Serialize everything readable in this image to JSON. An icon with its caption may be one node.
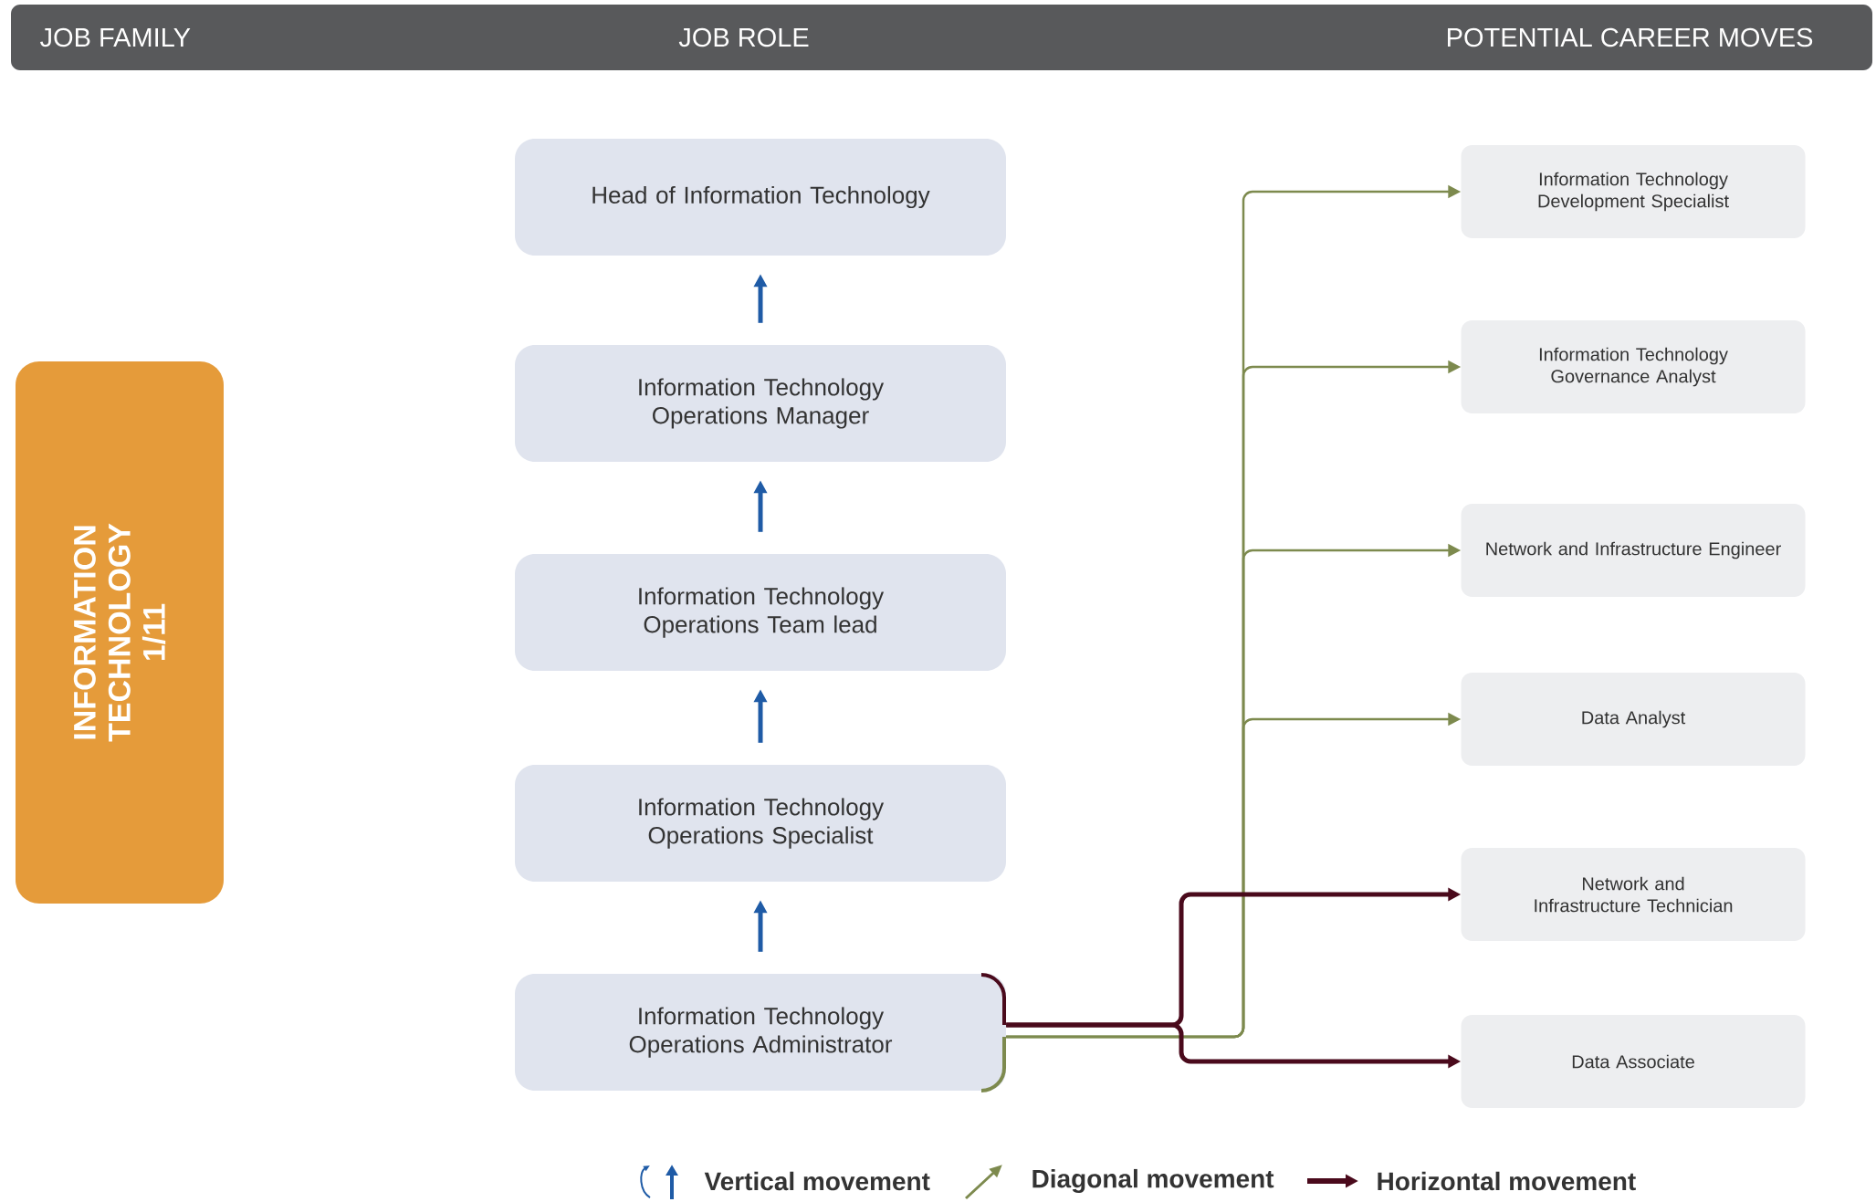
{
  "diagram": {
    "nodes": [
      {
        "text": [
          "Head of Information Technology"
        ]
      },
      {
        "text": [
          "Information Technology Operations Manager"
        ]
      },
      {
        "text": [
          "Information Technology Operations Team lead"
        ]
      },
      {
        "text": [
          "Information Technology Operations Specialist"
        ]
      },
      {
        "text": [
          "Information Technology Operations Administrator"
        ]
      },
      {
        "text": [
          "Information Technology Development Specialist"
        ]
      },
      {
        "text": [
          "Information Technology Governance Analyst"
        ]
      },
      {
        "text": [
          "Network and Infrastructure Engineer"
        ]
      },
      {
        "text": [
          "Data Analyst"
        ]
      },
      {
        "text": [
          "Network and Infrastructure Technician"
        ]
      },
      {
        "text": [
          "Data Associate"
        ]
      },
      {
        "text": [
          "INFORMATION TECHNOLOGY",
          "1/11"
        ]
      }
    ],
    "edges": [
      {
        "from": 1,
        "to": 0,
        "arrow": "to",
        "color": "#1f5ba6"
      },
      {
        "from": 2,
        "to": 1,
        "arrow": "to",
        "color": "#1f5ba6"
      },
      {
        "from": 3,
        "to": 2,
        "arrow": "to",
        "color": "#1f5ba6"
      },
      {
        "from": 4,
        "to": 3,
        "arrow": "to",
        "color": "#1f5ba6"
      },
      {
        "from": 4,
        "to": 5,
        "arrow": "to",
        "color": "#7d8a4e"
      },
      {
        "from": 4,
        "to": 6,
        "arrow": "to",
        "color": "#7d8a4e"
      },
      {
        "from": 4,
        "to": 7,
        "arrow": "to",
        "color": "#7d8a4e"
      },
      {
        "from": 4,
        "to": 8,
        "arrow": "to",
        "color": "#7d8a4e"
      },
      {
        "from": 4,
        "to": 9,
        "arrow": "to",
        "color": "#4a0a1c"
      },
      {
        "from": 4,
        "to": 10,
        "arrow": "to",
        "color": "#4a0a1c"
      }
    ],
    "labels": [
      "JOB FAMILY",
      "JOB ROLE",
      "POTENTIAL CAREER MOVES"
    ],
    "legend": [
      {
        "text": "Vertical movement"
      },
      {
        "text": "Diagonal movement"
      },
      {
        "text": "Horizontal movement"
      }
    ]
  }
}
